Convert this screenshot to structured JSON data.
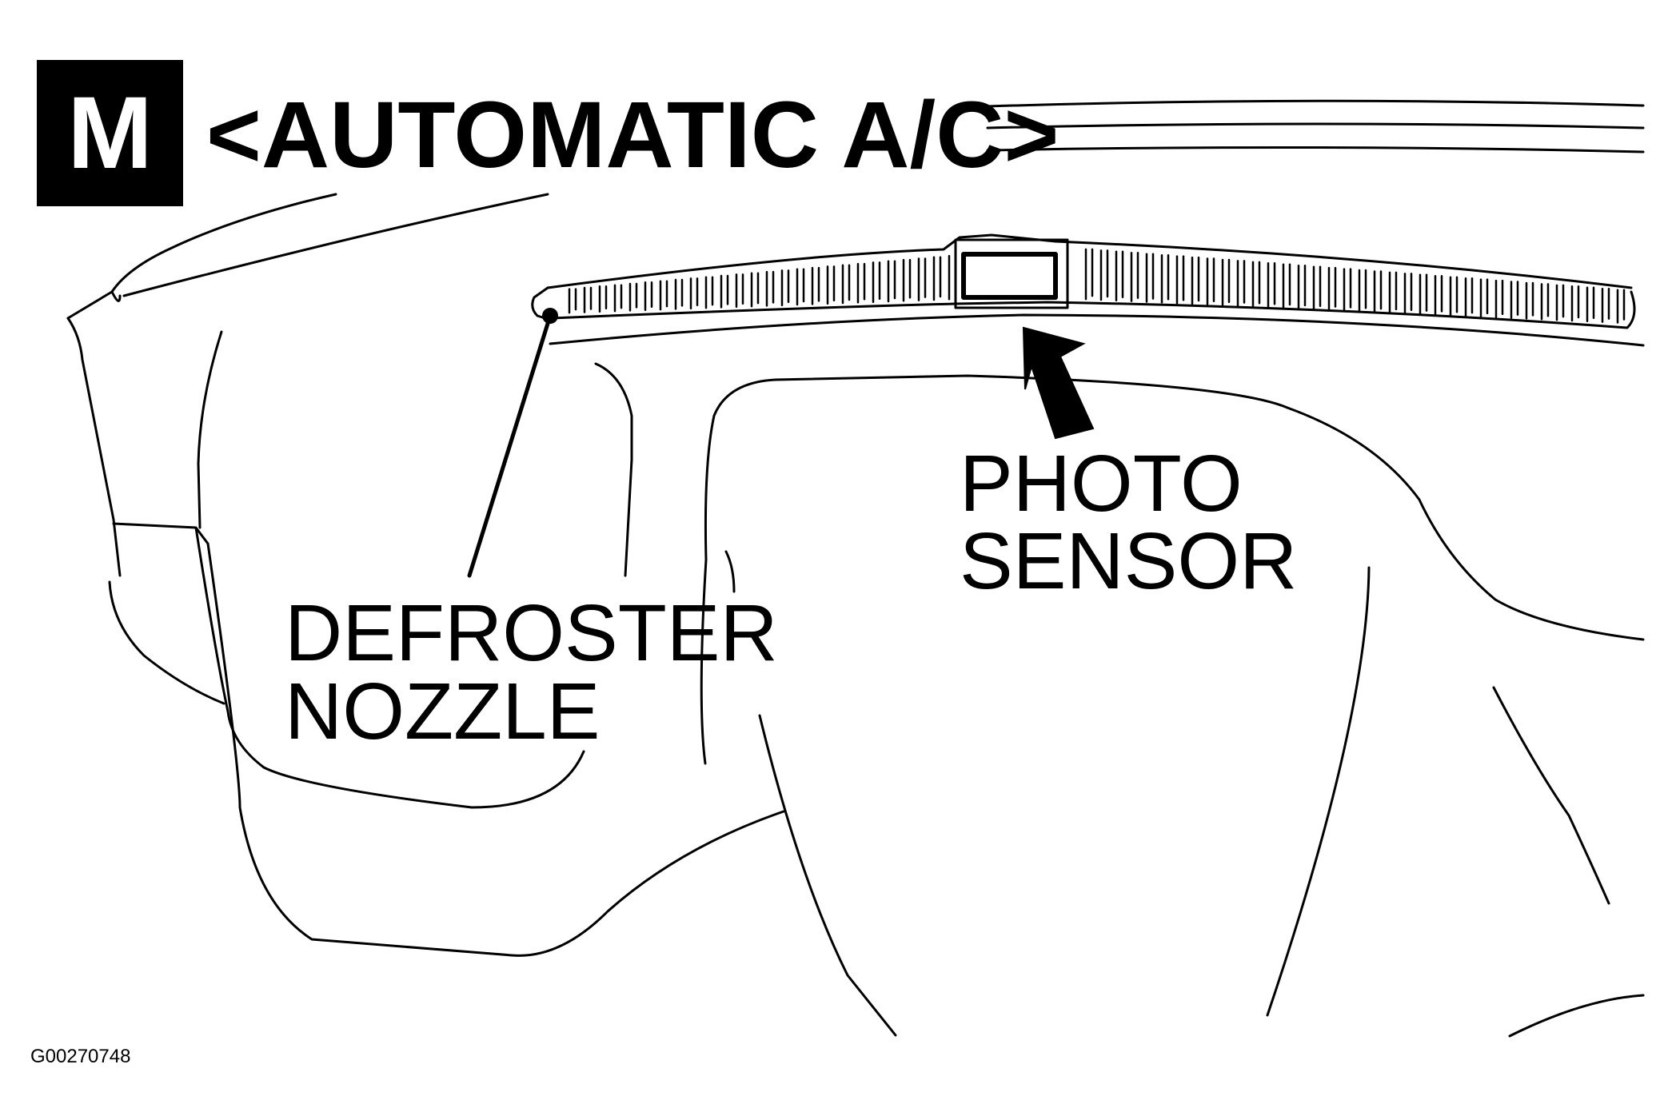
{
  "badge": {
    "letter": "M"
  },
  "heading": "<AUTOMATIC A/C>",
  "labels": {
    "defroster_nozzle": [
      "DEFROSTER",
      "NOZZLE"
    ],
    "photo_sensor": [
      "PHOTO",
      "SENSOR"
    ]
  },
  "figure_code": "G00270748",
  "colors": {
    "ink": "#000000",
    "paper": "#ffffff"
  }
}
